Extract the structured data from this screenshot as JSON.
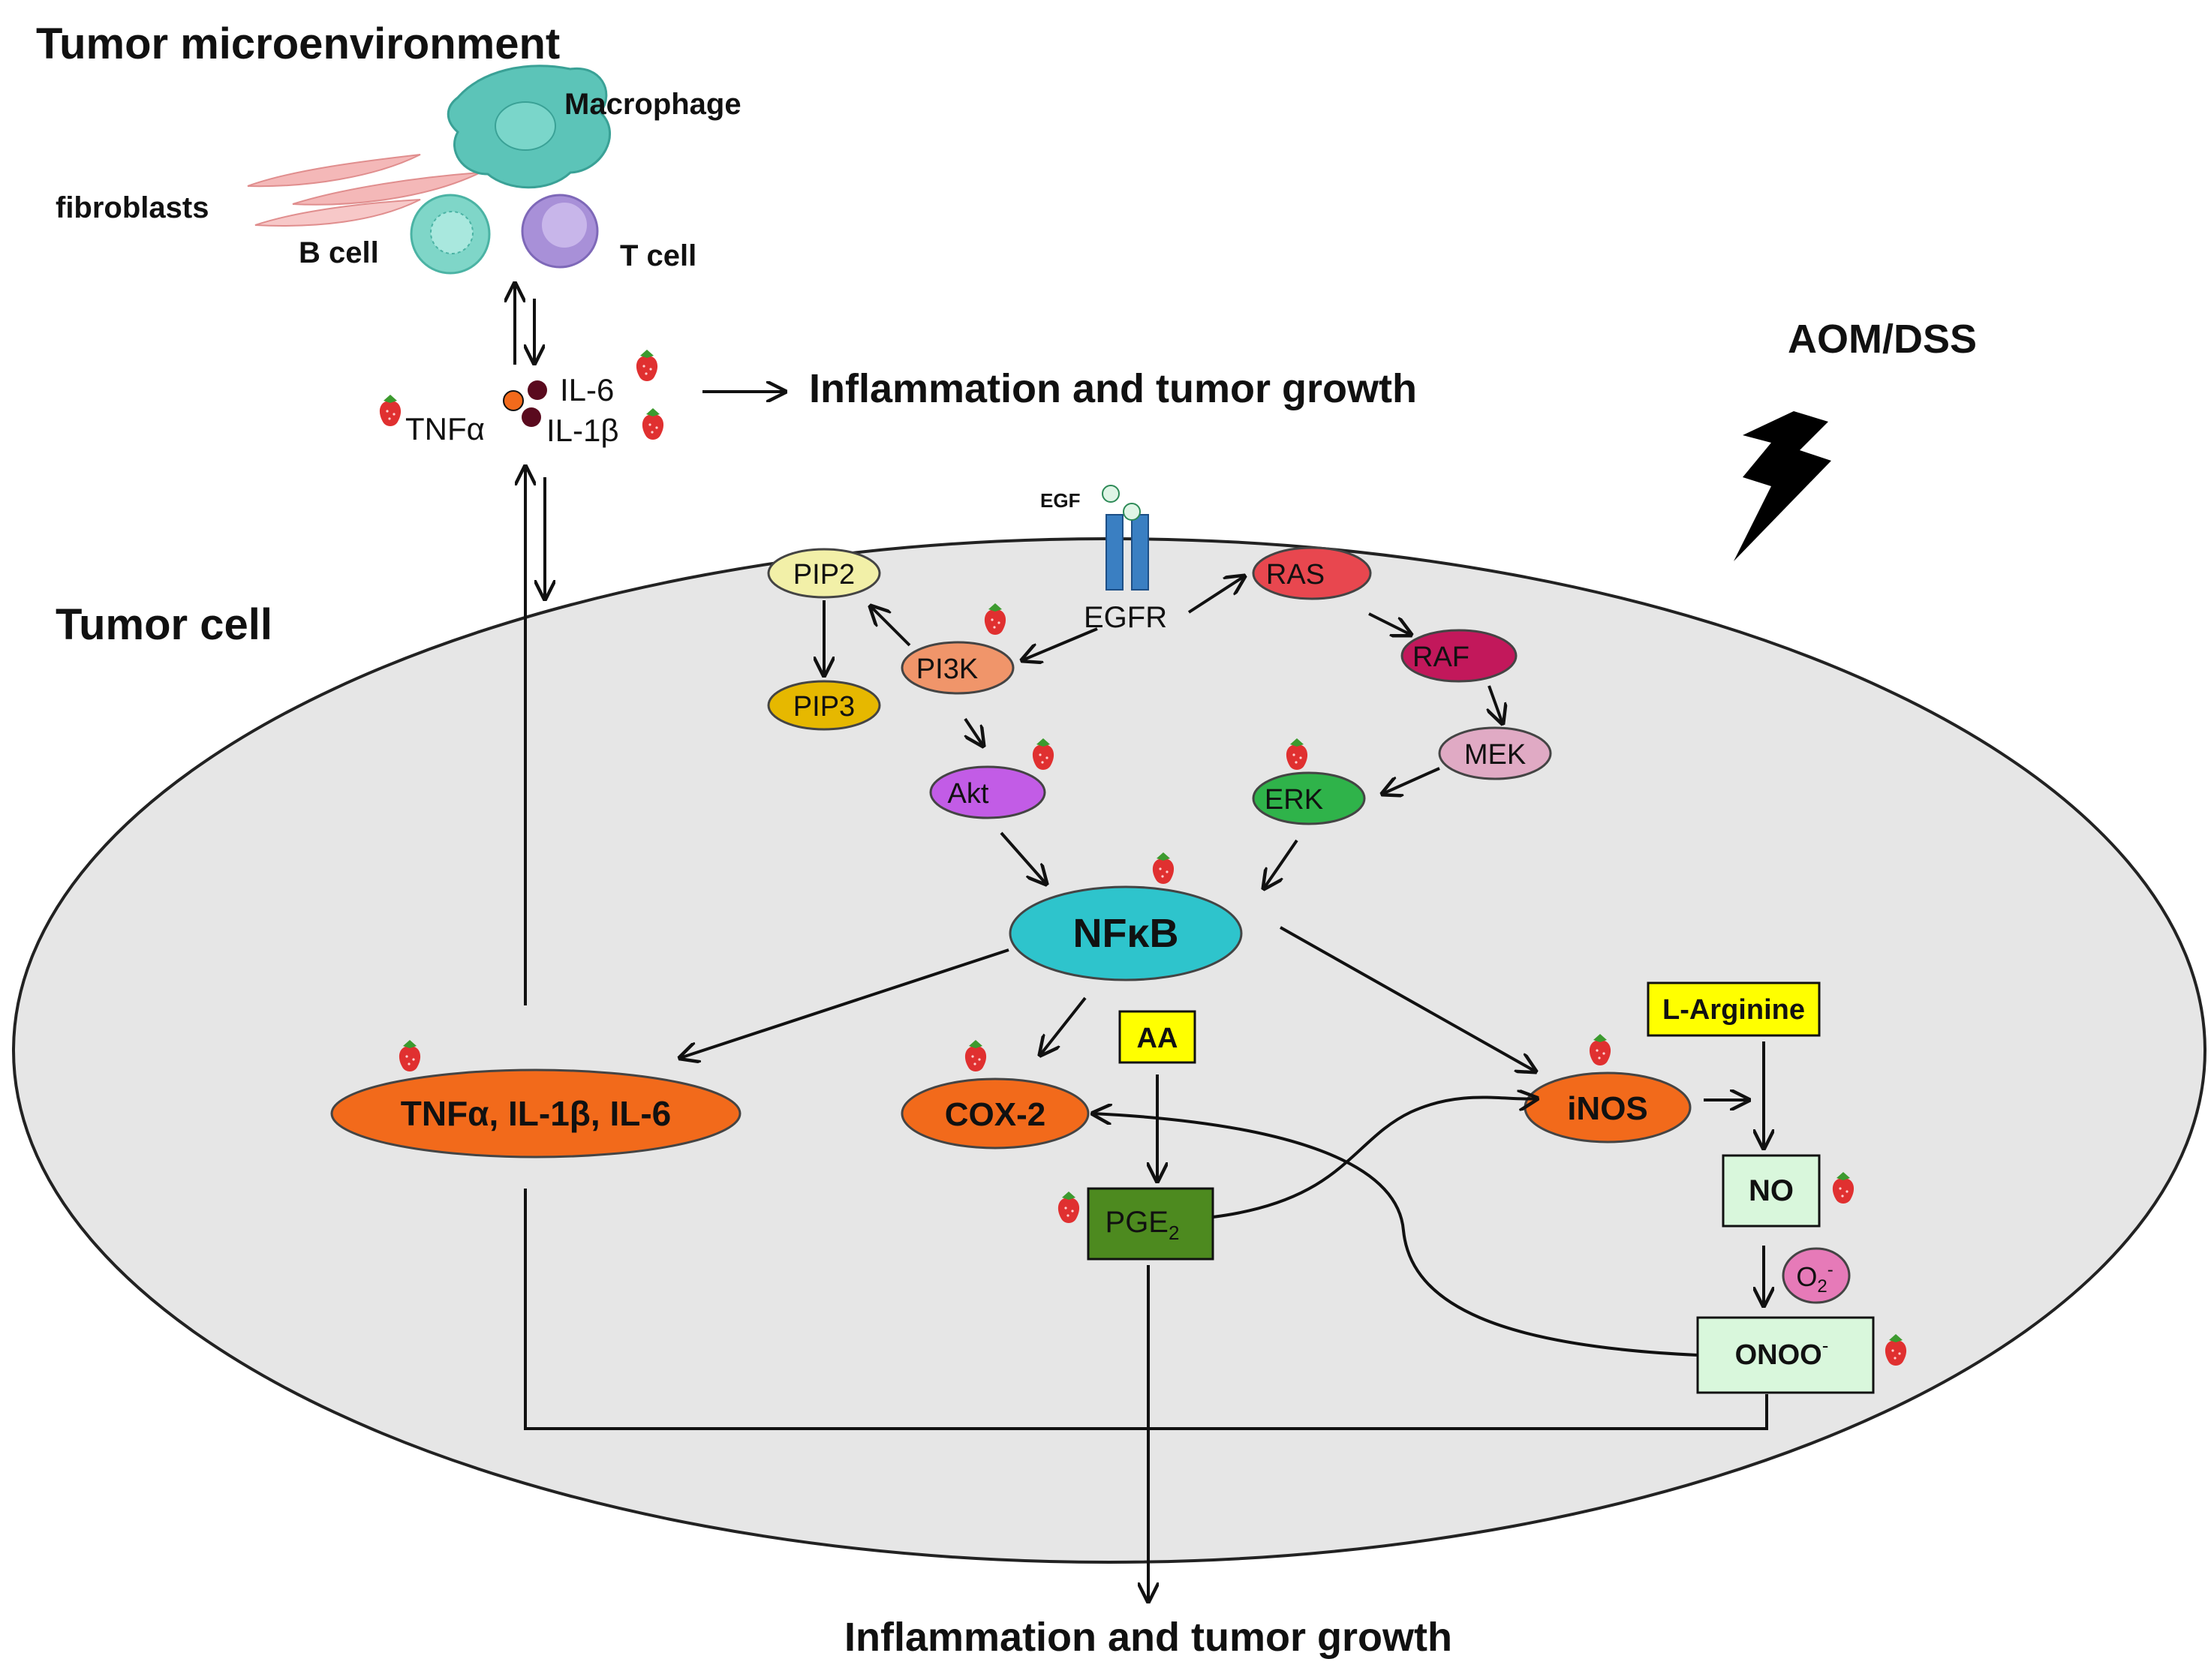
{
  "labels": {
    "tumor_microenvironment": "Tumor microenvironment",
    "tumor_cell": "Tumor cell",
    "macrophage": "Macrophage",
    "fibroblasts": "fibroblasts",
    "b_cell": "B cell",
    "t_cell": "T cell",
    "tnfa_top": "TNFα",
    "il6_top": "IL-6",
    "il1b_top": "IL-1β",
    "inflammation_top": "Inflammation and tumor growth",
    "inflammation_bottom": "Inflammation and tumor growth",
    "aom_dss": "AOM/DSS",
    "egf": "EGF",
    "egfr": "EGFR"
  },
  "nodes": {
    "pip2": "PIP2",
    "pip3": "PIP3",
    "pi3k": "PI3K",
    "akt": "Akt",
    "ras": "RAS",
    "raf": "RAF",
    "mek": "MEK",
    "erk": "ERK",
    "nfkb": "NFκB",
    "cytokines": "TNFα, IL-1β, IL-6",
    "cox2": "COX-2",
    "inos": "iNOS",
    "aa": "AA",
    "l_arginine": "L-Arginine",
    "pge2": "PGE",
    "pge2_sub": "2",
    "no": "NO",
    "o2": "O",
    "o2_sub": "2",
    "o2_sup": "-",
    "onoo": "ONOO",
    "onoo_sup": "-"
  },
  "colors": {
    "cell_fill": "#e6e6e6",
    "pip2": "#f2f0a8",
    "pip3": "#e6b800",
    "pi3k": "#f0956a",
    "akt": "#c25ce6",
    "ras": "#e8474f",
    "raf": "#c2185b",
    "mek": "#e0aac4",
    "erk": "#2fb34a",
    "nfkb": "#2ec4cc",
    "orange": "#f26a1b",
    "yellow": "#ffff00",
    "pge2": "#4d8a1f",
    "mint": "#d9f7dc",
    "o2": "#e67ab8",
    "egfr": "#3a7fc2",
    "berry": "#e03030",
    "macrophage": "#5cc4b8",
    "b_cell": "#7fd6c8",
    "t_cell": "#a890d8",
    "fibroblast": "#f4b8b8"
  }
}
